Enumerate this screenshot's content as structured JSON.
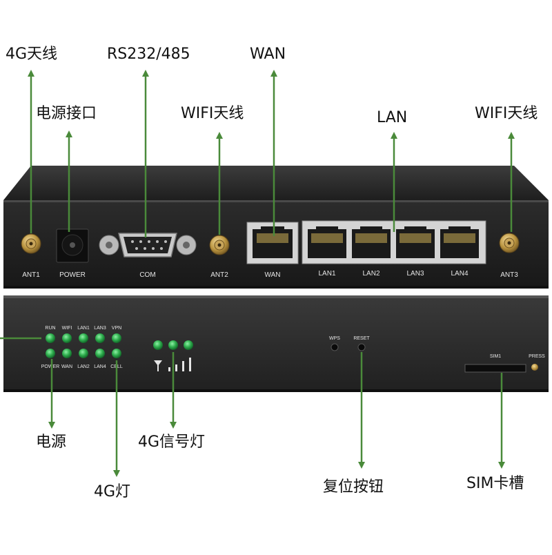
{
  "callouts": {
    "ant_4g": "4G天线",
    "com_top": "RS232/485",
    "wan_top": "WAN",
    "power_jack": "电源接口",
    "wifi_left": "WIFI天线",
    "lan_top": "LAN",
    "wifi_right": "WIFI天线",
    "power_led": "电源",
    "signal_led": "4G信号灯",
    "led_4g": "4G灯",
    "reset_btn": "复位按钮",
    "sim_slot": "SIM卡槽"
  },
  "back_panel": {
    "ant1": "ANT1",
    "power": "POWER",
    "com": "COM",
    "ant2": "ANT2",
    "wan": "WAN",
    "lan1": "LAN1",
    "lan2": "LAN2",
    "lan3": "LAN3",
    "lan4": "LAN4",
    "ant3": "ANT3"
  },
  "front_panel": {
    "led_top_labels": [
      "RUN",
      "WIFI",
      "LAN1",
      "LAN3",
      "VPN"
    ],
    "led_bottom_labels": [
      "POWER",
      "WAN",
      "LAN2",
      "LAN4",
      "CELL"
    ],
    "wps": "WPS",
    "reset": "RESET",
    "sim1": "SIM1",
    "press": "PRESS"
  },
  "colors": {
    "arrow": "#4a8a3a",
    "chassis": "#2a2a2a",
    "led": "#2fae4e"
  }
}
